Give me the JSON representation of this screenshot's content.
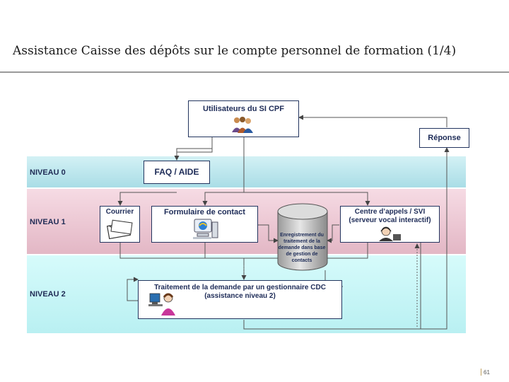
{
  "title": "Assistance Caisse des dépôts sur le compte personnel de formation (1/4)",
  "levels": {
    "n0": "NIVEAU 0",
    "n1": "NIVEAU 1",
    "n2": "NIVEAU 2"
  },
  "boxes": {
    "users": "Utilisateurs du SI CPF",
    "response": "Réponse",
    "faq": "FAQ / AIDE",
    "courrier": "Courrier",
    "form": "Formulaire de contact",
    "callcenter_line1": "Centre d’appels / SVI",
    "callcenter_line2": "(serveur vocal interactif)",
    "processing_line1": "Traitement de la demande par un gestionnaire CDC",
    "processing_line2": "(assistance niveau 2)"
  },
  "database_label": "Enregistrement du traitement de la demande dans base de gestion de contacts",
  "page_number": "61",
  "colors": {
    "level0": "#b9e6ec",
    "level1": "#ebc3cf",
    "level2": "#c8f6f7",
    "box_border": "#23355f",
    "text": "#1d2b57"
  },
  "icons": [
    "users-group-icon",
    "envelope-icon",
    "computer-icon",
    "headset-icon",
    "operator-icon",
    "database-cylinder-icon"
  ]
}
